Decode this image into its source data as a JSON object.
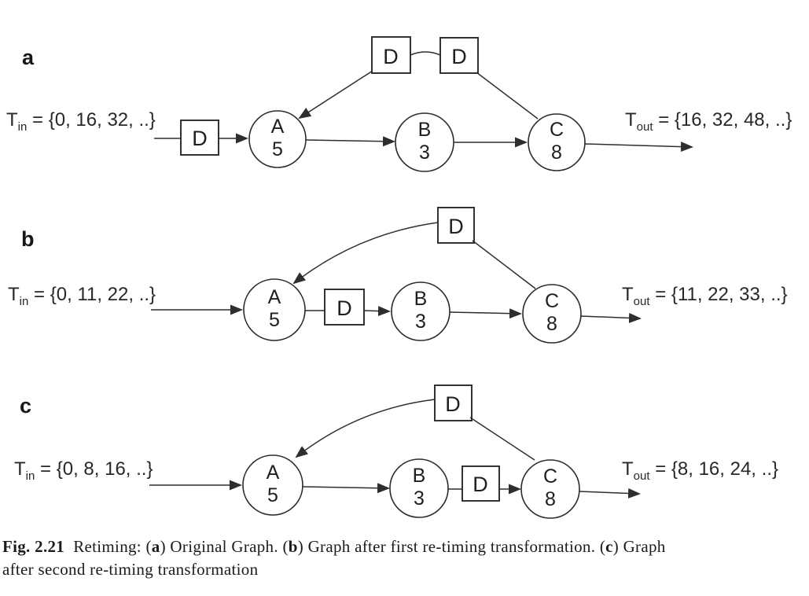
{
  "figure": {
    "panels": [
      {
        "label": "a",
        "t_in": {
          "base": "T",
          "sub": "in",
          "rest": " = {0, 16, 32, ..}"
        },
        "t_out": {
          "base": "T",
          "sub": "out",
          "rest": " = {16, 32, 48, ..}"
        },
        "nodes": {
          "A": {
            "name": "A",
            "delay": "5"
          },
          "B": {
            "name": "B",
            "delay": "3"
          },
          "C": {
            "name": "C",
            "delay": "8"
          }
        },
        "delays": {
          "input": "D",
          "fb1": "D",
          "fb2": "D"
        }
      },
      {
        "label": "b",
        "t_in": {
          "base": "T",
          "sub": "in",
          "rest": " = {0, 11, 22, ..}"
        },
        "t_out": {
          "base": "T",
          "sub": "out",
          "rest": " = {11, 22, 33, ..}"
        },
        "nodes": {
          "A": {
            "name": "A",
            "delay": "5"
          },
          "B": {
            "name": "B",
            "delay": "3"
          },
          "C": {
            "name": "C",
            "delay": "8"
          }
        },
        "delays": {
          "ab": "D",
          "fb1": "D"
        }
      },
      {
        "label": "c",
        "t_in": {
          "base": "T",
          "sub": "in",
          "rest": " = {0, 8, 16, ..}"
        },
        "t_out": {
          "base": "T",
          "sub": "out",
          "rest": " = {8, 16, 24, ..}"
        },
        "nodes": {
          "A": {
            "name": "A",
            "delay": "5"
          },
          "B": {
            "name": "B",
            "delay": "3"
          },
          "C": {
            "name": "C",
            "delay": "8"
          }
        },
        "delays": {
          "bc": "D",
          "fb1": "D"
        }
      }
    ],
    "caption": {
      "fig": "Fig. 2.21",
      "s1": "  Retiming: (",
      "a": "a",
      "s2": ") Original Graph. (",
      "b": "b",
      "s3": ") Graph after first re-timing transformation. (",
      "c": "c",
      "s4": ") Graph",
      "line2": "after second re-timing transformation"
    },
    "colors": {
      "ink": "#2b2b2b",
      "background": "#ffffff"
    }
  }
}
